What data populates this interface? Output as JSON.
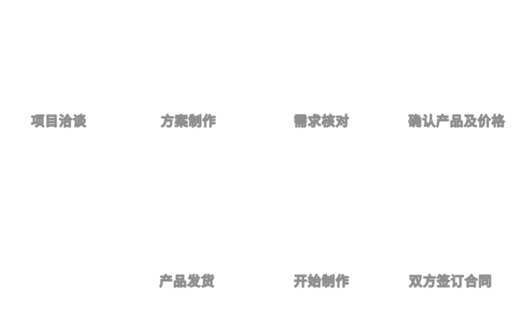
{
  "diagram": {
    "type": "process-flow",
    "background_color": "#ffffff",
    "label_text_color": "#ffffff",
    "label_edge_color": "#8f8f8f",
    "top_row": [
      {
        "label": "项目洽谈"
      },
      {
        "label": "方案制作"
      },
      {
        "label": "需求核对"
      },
      {
        "label": "确认产品及价格"
      }
    ],
    "bottom_row": [
      {
        "label": "产品发货"
      },
      {
        "label": "开始制作"
      },
      {
        "label": "双方签订合同"
      }
    ]
  }
}
